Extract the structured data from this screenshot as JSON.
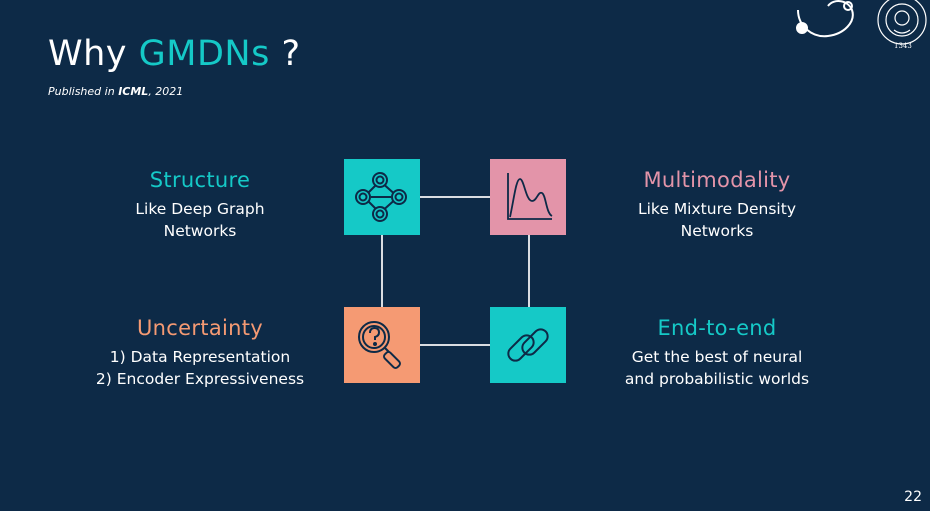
{
  "slide": {
    "title_prefix": "Why ",
    "title_highlight": "GMDNs",
    "title_suffix": " ?",
    "subtitle_prefix": "Published in ",
    "subtitle_venue": "ICML",
    "subtitle_suffix": ", 2021",
    "page_number": "22"
  },
  "features": {
    "structure": {
      "heading": "Structure",
      "lines": [
        "Like Deep Graph",
        "Networks"
      ]
    },
    "multimodality": {
      "heading": "Multimodality",
      "lines": [
        "Like Mixture Density",
        "Networks"
      ]
    },
    "uncertainty": {
      "heading": "Uncertainty",
      "lines": [
        "1) Data Representation",
        "2) Encoder Expressiveness"
      ]
    },
    "end_to_end": {
      "heading": "End-to-end",
      "lines": [
        "Get the best of neural",
        "and probabilistic worlds"
      ]
    }
  },
  "colors": {
    "background": "#0d2a47",
    "teal": "#15c9c7",
    "pink": "#e394a9",
    "orange": "#f59a73",
    "connector": "#d9dde2"
  },
  "icons": {
    "structure": "graph-nodes-icon",
    "multimodality": "density-curve-icon",
    "uncertainty": "magnifier-question-icon",
    "end_to_end": "chain-link-icon"
  }
}
